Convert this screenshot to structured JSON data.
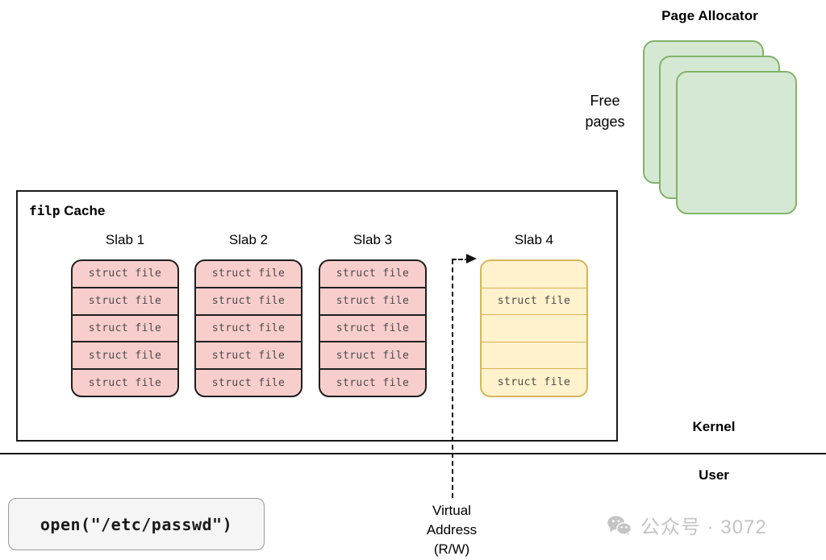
{
  "page_allocator": {
    "title": "Page Allocator",
    "free_pages_label": "Free\npages",
    "free_pages_line1": "Free",
    "free_pages_line2": "pages",
    "card_count": 3,
    "fill_color": "#D5E8D4",
    "border_color": "#82B366"
  },
  "cache": {
    "title_mono": "filp",
    "title_rest": " Cache",
    "border_color": "#1a1a1a",
    "slabs": [
      {
        "label": "Slab 1",
        "style": "pink",
        "fill_color": "#F8CECC",
        "border_color": "#1f1f1f",
        "slots": [
          "struct file",
          "struct file",
          "struct file",
          "struct file",
          "struct file"
        ]
      },
      {
        "label": "Slab 2",
        "style": "pink",
        "fill_color": "#F8CECC",
        "border_color": "#1f1f1f",
        "slots": [
          "struct file",
          "struct file",
          "struct file",
          "struct file",
          "struct file"
        ]
      },
      {
        "label": "Slab 3",
        "style": "pink",
        "fill_color": "#F8CECC",
        "border_color": "#1f1f1f",
        "slots": [
          "struct file",
          "struct file",
          "struct file",
          "struct file",
          "struct file"
        ]
      },
      {
        "label": "Slab 4",
        "style": "yellow",
        "fill_color": "#FFF2CC",
        "border_color": "#D6B656",
        "slots": [
          "",
          "struct file",
          "",
          "",
          "struct file"
        ]
      }
    ]
  },
  "boundary": {
    "kernel_label": "Kernel",
    "user_label": "User"
  },
  "syscall": {
    "code": "open(\"/etc/passwd\")"
  },
  "virtual_address": {
    "line1": "Virtual",
    "line2": "Address",
    "line3": "(R/W)"
  },
  "watermark": {
    "icon": "wechat-icon",
    "text": "公众号 · 3072",
    "color": "#C4C4C4"
  }
}
